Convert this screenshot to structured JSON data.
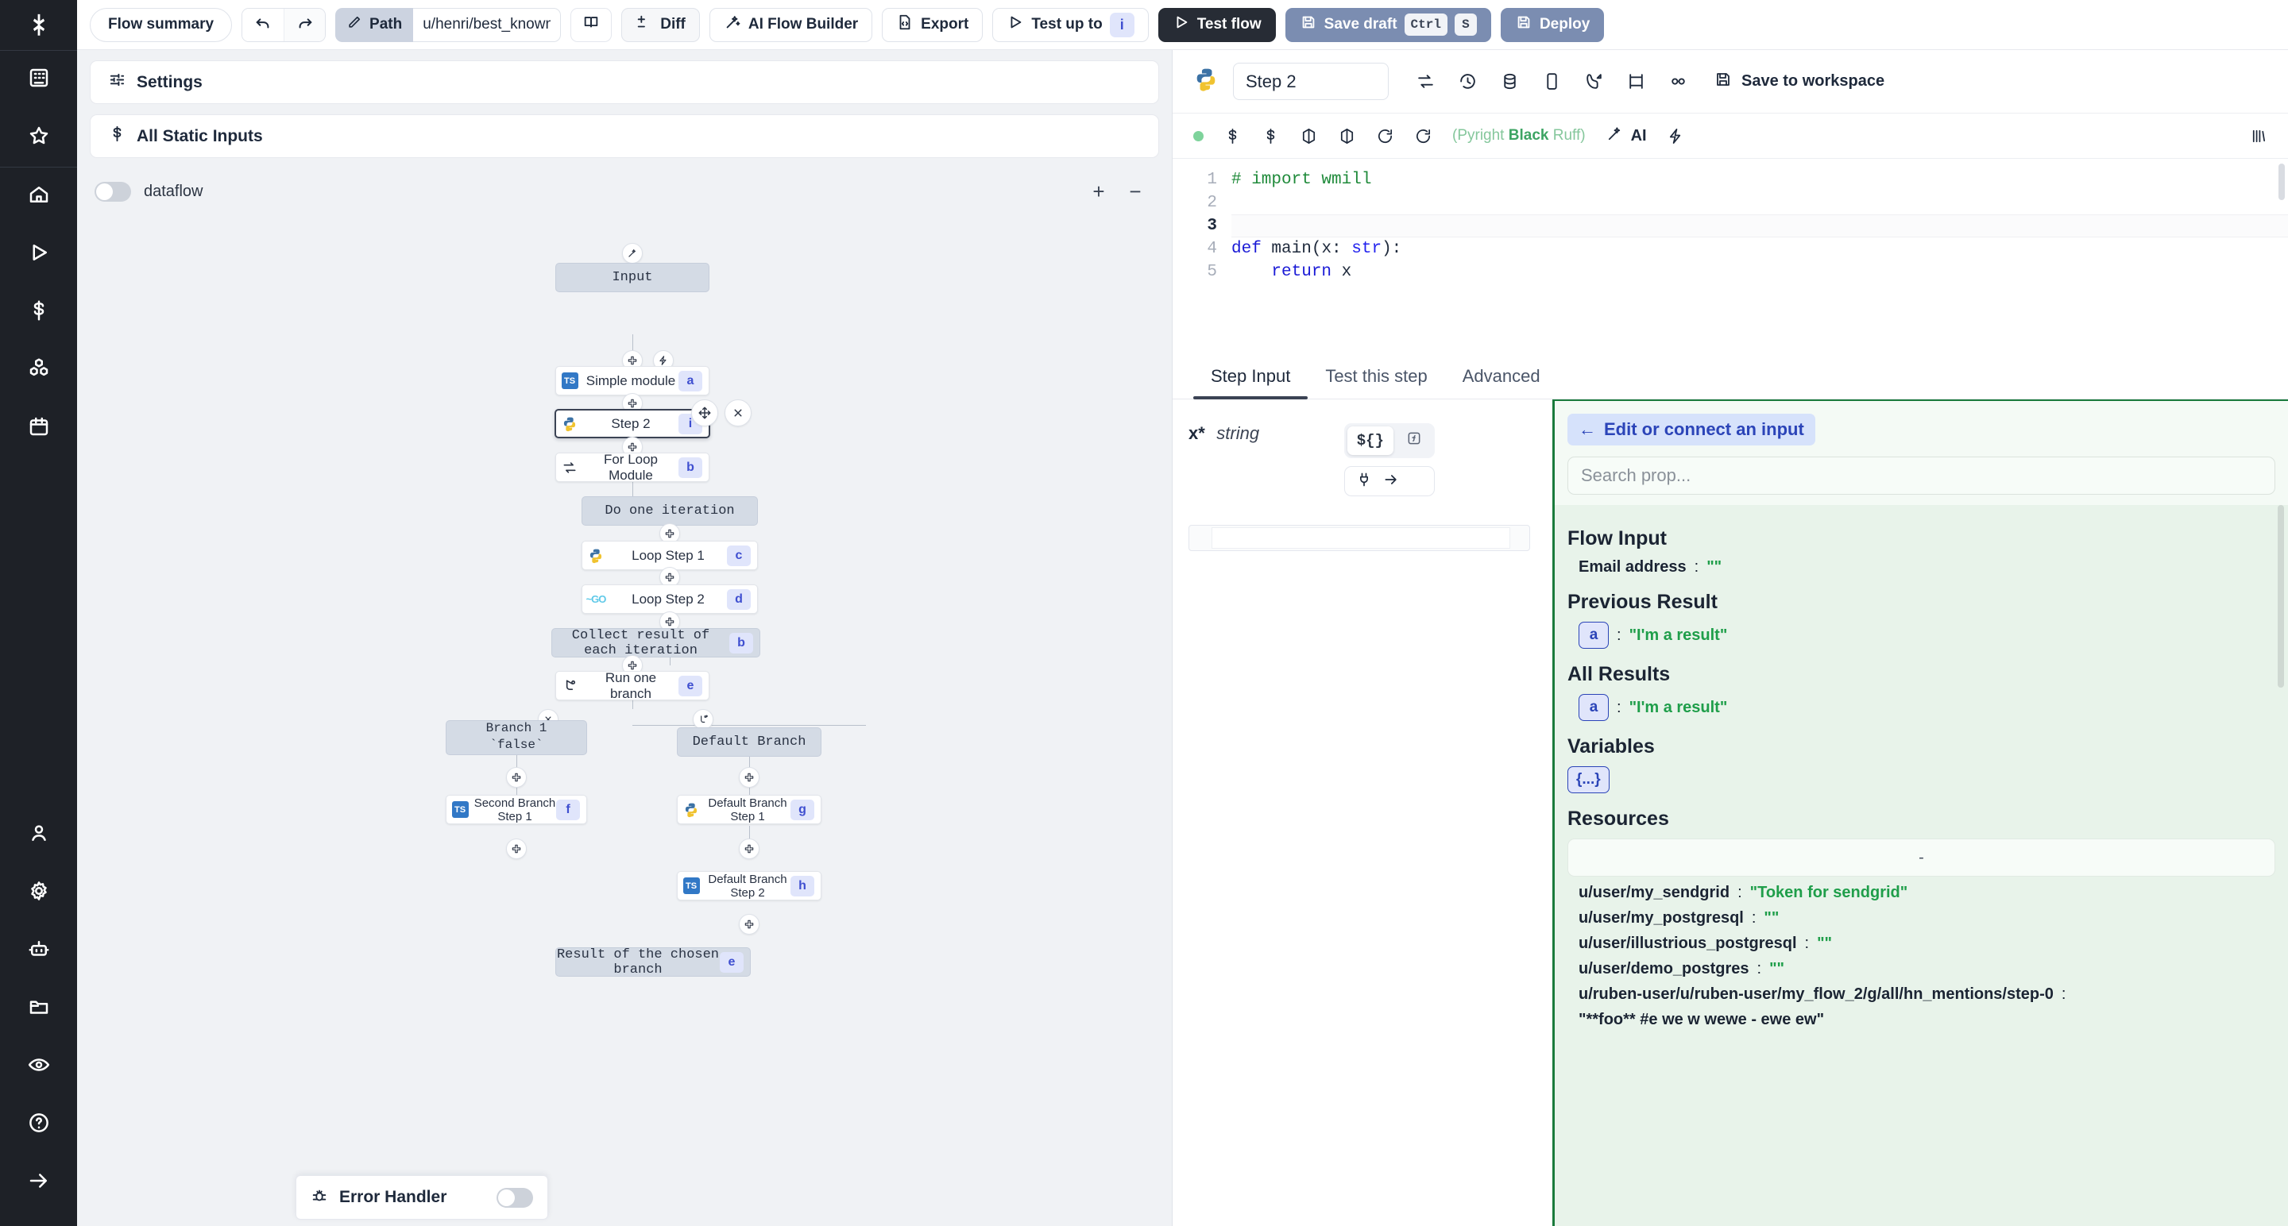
{
  "topbar": {
    "flow_summary": "Flow summary",
    "undo": "undo-arrow",
    "redo": "redo-arrow",
    "path_label": "Path",
    "path_value": "u/henri/best_known_flow",
    "diff": "Diff",
    "ai_flow_builder": "AI Flow Builder",
    "export": "Export",
    "test_up_to": "Test up to",
    "test_up_to_badge": "i",
    "test_flow": "Test flow",
    "save_draft": "Save draft",
    "save_draft_key1": "Ctrl",
    "save_draft_key2": "S",
    "deploy": "Deploy"
  },
  "rail": {
    "items": [
      {
        "name": "logo",
        "icon": "windmill-logo"
      },
      {
        "name": "workspace",
        "icon": "building-icon"
      },
      {
        "name": "favorites",
        "icon": "star-icon"
      },
      {
        "name": "home",
        "icon": "home-icon"
      },
      {
        "name": "runs",
        "icon": "play-icon"
      },
      {
        "name": "variables",
        "icon": "dollar-icon"
      },
      {
        "name": "resources",
        "icon": "cubes-icon"
      },
      {
        "name": "schedules",
        "icon": "calendar-icon"
      },
      {
        "name": "users",
        "icon": "user-icon"
      },
      {
        "name": "settings",
        "icon": "gear-icon"
      },
      {
        "name": "workers",
        "icon": "robot-icon"
      },
      {
        "name": "folders",
        "icon": "folder-icon"
      },
      {
        "name": "audit-logs",
        "icon": "eye-icon"
      },
      {
        "name": "help",
        "icon": "question-circle-icon"
      },
      {
        "name": "expand",
        "icon": "arrow-right-icon"
      }
    ]
  },
  "flow": {
    "settings_label": "Settings",
    "static_inputs_label": "All Static Inputs",
    "dataflow_label": "dataflow",
    "zoom_in": "+",
    "zoom_out": "−",
    "error_handler_label": "Error Handler",
    "nodes": [
      {
        "id": "input",
        "label": "Input",
        "kind": "virt",
        "icon": "",
        "letter": ""
      },
      {
        "id": "simple",
        "label": "Simple module",
        "kind": "mod",
        "icon": "ts",
        "letter": "a"
      },
      {
        "id": "step2",
        "label": "Step 2",
        "kind": "mod",
        "icon": "python",
        "letter": "i",
        "selected": true
      },
      {
        "id": "forloop",
        "label": "For Loop Module",
        "kind": "mod",
        "icon": "loop",
        "letter": "b"
      },
      {
        "id": "doone",
        "label": "Do one iteration",
        "kind": "virt",
        "icon": "",
        "letter": ""
      },
      {
        "id": "loop1",
        "label": "Loop Step 1",
        "kind": "mod",
        "icon": "python",
        "letter": "c"
      },
      {
        "id": "loop2",
        "label": "Loop Step 2",
        "kind": "mod",
        "icon": "go",
        "letter": "d"
      },
      {
        "id": "collect",
        "label": "Collect result of each iteration",
        "kind": "virt",
        "icon": "",
        "letter": "b"
      },
      {
        "id": "runbranch",
        "label": "Run one branch",
        "kind": "mod",
        "icon": "branch",
        "letter": "e"
      },
      {
        "id": "branch1",
        "label": "Branch 1",
        "sub": "`false`",
        "kind": "virt",
        "icon": "",
        "letter": ""
      },
      {
        "id": "defbranch",
        "label": "Default Branch",
        "kind": "virt",
        "icon": "",
        "letter": ""
      },
      {
        "id": "second1",
        "label": "Second Branch Step 1",
        "kind": "mod",
        "icon": "ts",
        "letter": "f"
      },
      {
        "id": "defstep1",
        "label": "Default Branch Step 1",
        "kind": "mod",
        "icon": "python",
        "letter": "g"
      },
      {
        "id": "defstep2",
        "label": "Default Branch Step 2",
        "kind": "mod",
        "icon": "ts",
        "letter": "h"
      },
      {
        "id": "chosen",
        "label": "Result of the chosen branch",
        "kind": "virt",
        "icon": "",
        "letter": "e"
      }
    ]
  },
  "editor": {
    "step_name": "Step 2",
    "language_icon": "python-icon",
    "save_to_workspace": "Save to workspace",
    "head_icons": [
      "refresh-icon",
      "history-icon",
      "database-icon",
      "mobile-icon",
      "phone-icon",
      "column-icon",
      "link-icon",
      "save-icon"
    ],
    "tool_icons": [
      "status-dot",
      "dollar-icon",
      "dollar-icon",
      "package-icon",
      "package-icon",
      "reload-icon",
      "reload-icon"
    ],
    "linter": "(Pyright Black Ruff)",
    "linter_parts": {
      "lead": "(Pyright ",
      "bold": "Black",
      "tail": " Ruff)"
    },
    "ai_label": "AI",
    "lightning_icon": "lightning-icon",
    "format_icon": "format-icon",
    "code_lines": [
      {
        "n": "1",
        "text": "# import wmill",
        "cls": "c-com"
      },
      {
        "n": "2",
        "text": "",
        "cls": ""
      },
      {
        "n": "3",
        "text": "",
        "cls": "",
        "active": true
      },
      {
        "n": "4",
        "text": "def main(x: str):",
        "cls": "def"
      },
      {
        "n": "5",
        "text": "    return x",
        "cls": "ret"
      }
    ]
  },
  "tabs": [
    {
      "label": "Step Input",
      "active": true
    },
    {
      "label": "Test this step",
      "active": false
    },
    {
      "label": "Advanced",
      "active": false
    }
  ],
  "step_input": {
    "arg_name": "x",
    "arg_required": "*",
    "arg_type": "string",
    "mode_expr": "${}",
    "mode_fn": "fx-icon",
    "connect_icon": "plug-icon",
    "connect_arrow": "arrow-right-icon",
    "value": ""
  },
  "connect_panel": {
    "back_label": "Edit or connect an input",
    "back_arrow": "←",
    "search_placeholder": "Search prop...",
    "sections": [
      {
        "title": "Flow Input",
        "rows": [
          {
            "key": "Email address",
            "value": "\"\""
          }
        ]
      },
      {
        "title": "Previous Result",
        "rows": [
          {
            "chip": "a",
            "value": "\"I'm a result\""
          }
        ]
      },
      {
        "title": "All Results",
        "rows": [
          {
            "chip": "a",
            "value": "\"I'm a result\""
          }
        ]
      },
      {
        "title": "Variables",
        "rows": [
          {
            "chip": "{...}"
          }
        ]
      },
      {
        "title": "Resources",
        "box": "-",
        "rows": [
          {
            "key": "u/user/my_sendgrid",
            "value": "\"Token for sendgrid\""
          },
          {
            "key": "u/user/my_postgresql",
            "value": "\"\""
          },
          {
            "key": "u/user/illustrious_postgresql",
            "value": "\"\""
          },
          {
            "key": "u/user/demo_postgres",
            "value": "\"\""
          },
          {
            "key": "u/ruben-user/u/ruben-user/my_flow_2/g/all/hn_mentions/step-0",
            "value": "",
            "wrap_value": "\"**foo** #e we w wewe - ewe ew\""
          }
        ]
      }
    ]
  },
  "colors": {
    "accent_blue": "#2b44b8",
    "chip_bg": "#e0e5fb",
    "green": "#1f9e4a",
    "panel_border": "#1a7a3c",
    "dark": "#272c35",
    "deploy_blue": "#7b8db1"
  }
}
